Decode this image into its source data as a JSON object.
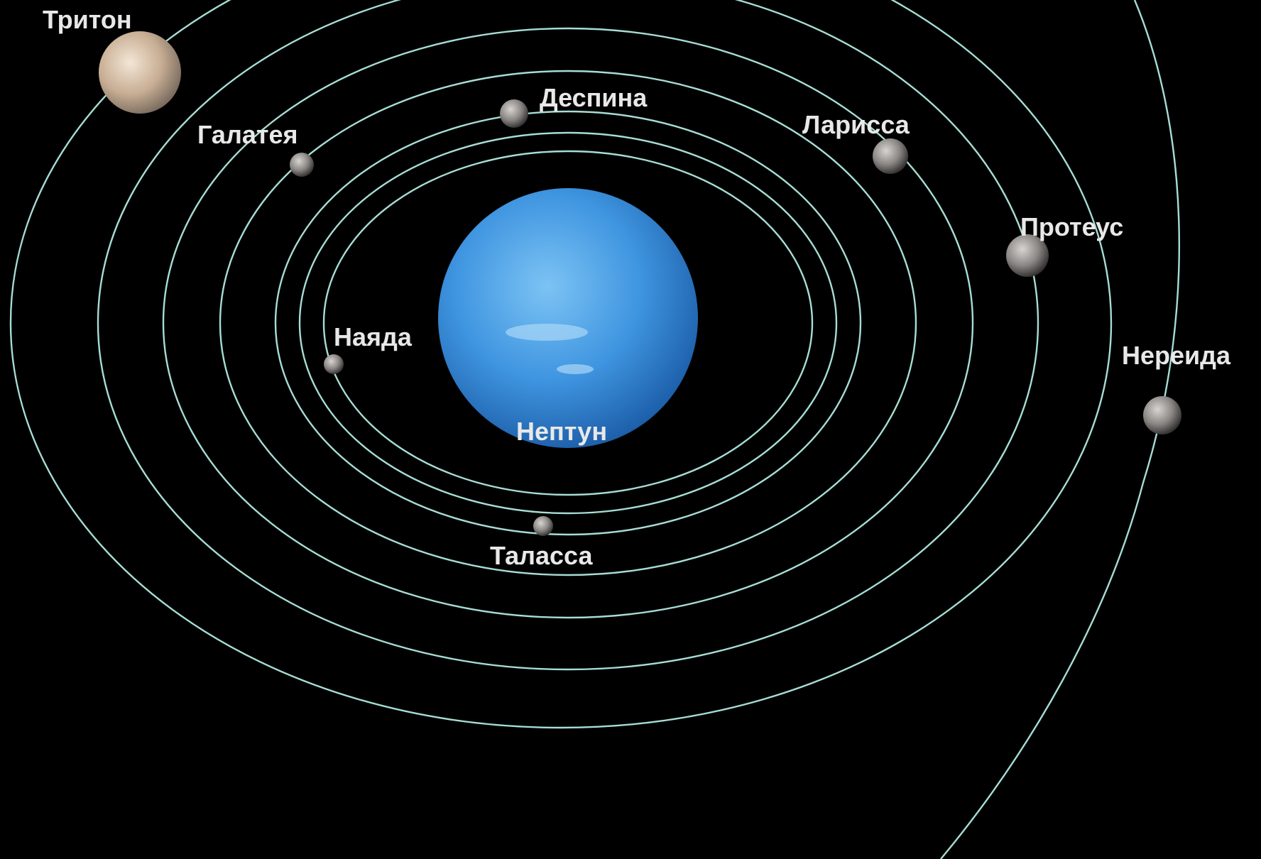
{
  "colors": {
    "background": "#000000",
    "orbit": "#a6ddd5",
    "label": "#e8e8e8",
    "planet": "#3f95e0",
    "moon": "#8a8684"
  },
  "planet": {
    "label": "Нептун"
  },
  "moons": [
    {
      "id": "naiad",
      "label": "Наяда"
    },
    {
      "id": "thalassa",
      "label": "Таласса"
    },
    {
      "id": "despina",
      "label": "Деспина"
    },
    {
      "id": "galatea",
      "label": "Галатея"
    },
    {
      "id": "larissa",
      "label": "Ларисса"
    },
    {
      "id": "proteus",
      "label": "Протеус"
    },
    {
      "id": "triton",
      "label": "Тритон"
    },
    {
      "id": "nereid",
      "label": "Нереида"
    }
  ]
}
